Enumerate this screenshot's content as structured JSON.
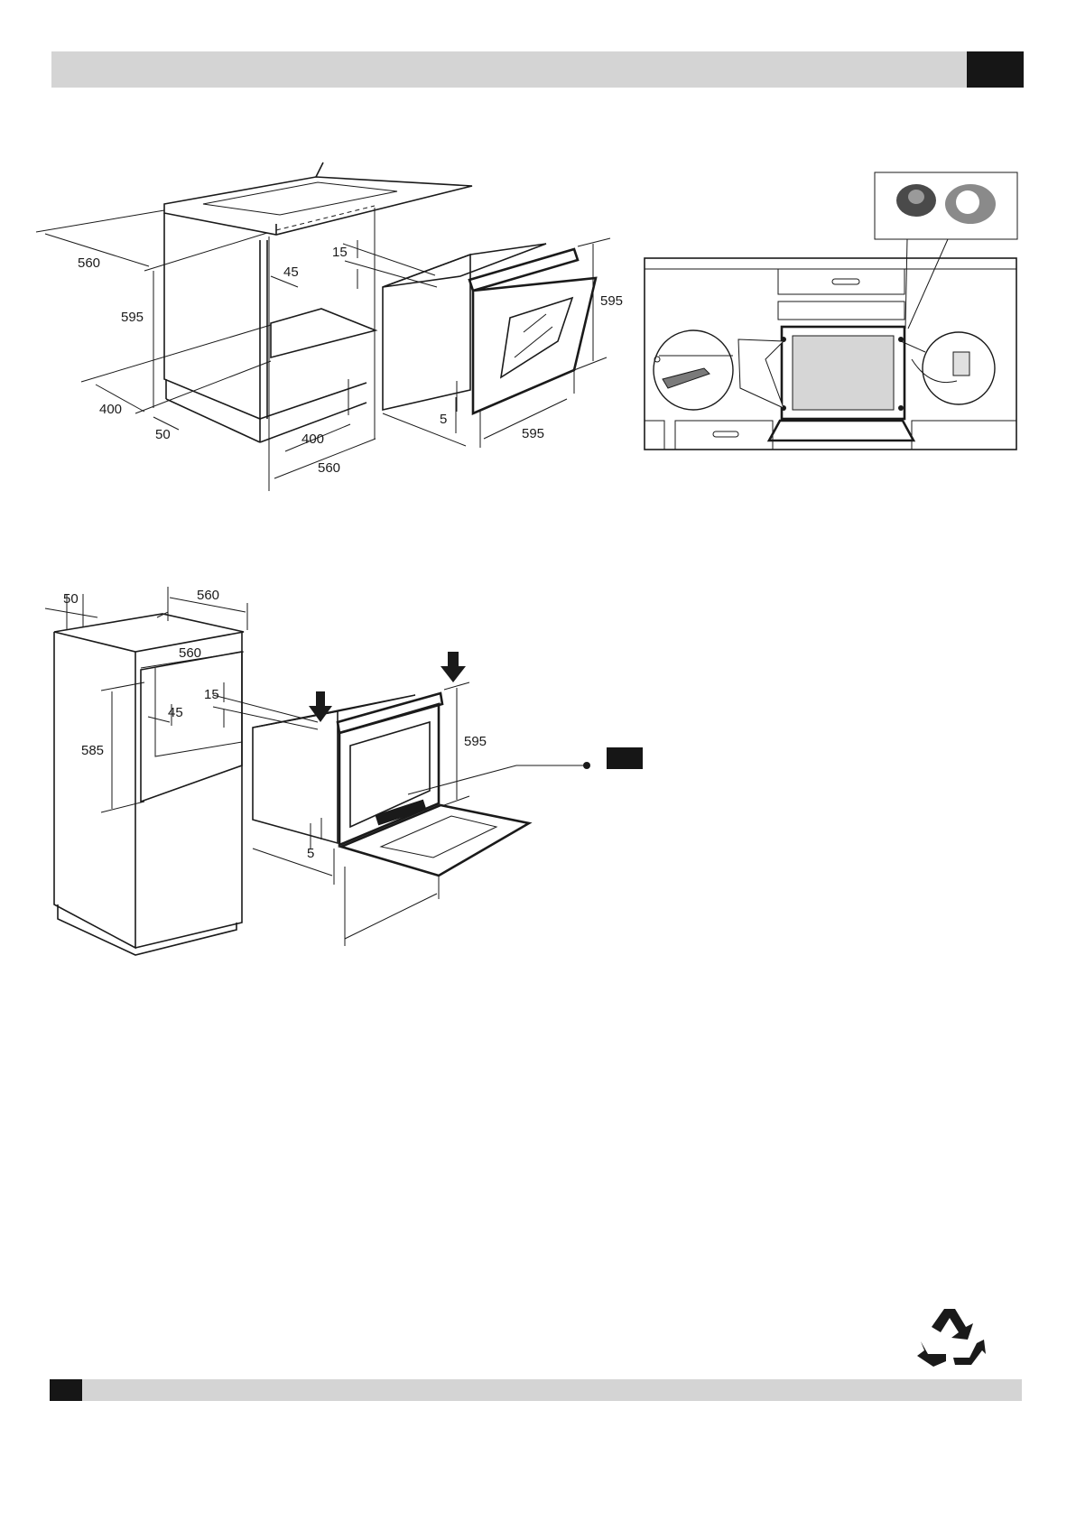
{
  "header": {
    "bar_color": "#d4d4d4",
    "tab_color": "#161616"
  },
  "footer": {
    "bar_color": "#d4d4d4",
    "tab_color": "#161616"
  },
  "icons": {
    "recycle": "recycle-icon",
    "screwdriver": "screwdriver-icon",
    "arrow": "down-arrow-icon"
  },
  "diagram_undercounter": {
    "dims": {
      "worktop_depth": "560",
      "cabinet_height": "595",
      "bottom_depth": "400",
      "plinth": "50",
      "niche_inner_depth": "400",
      "niche_depth": "560",
      "gap_top": "15",
      "side_gap": "45",
      "oven_height": "595",
      "oven_bottom_gap": "5",
      "oven_depth": "595"
    }
  },
  "diagram_column": {
    "dims": {
      "rear_gap": "50",
      "column_depth": "560",
      "niche_width": "560",
      "gap_top": "15",
      "side_gap": "45",
      "niche_height": "585",
      "oven_height": "595",
      "oven_bottom_gap": "5"
    }
  }
}
